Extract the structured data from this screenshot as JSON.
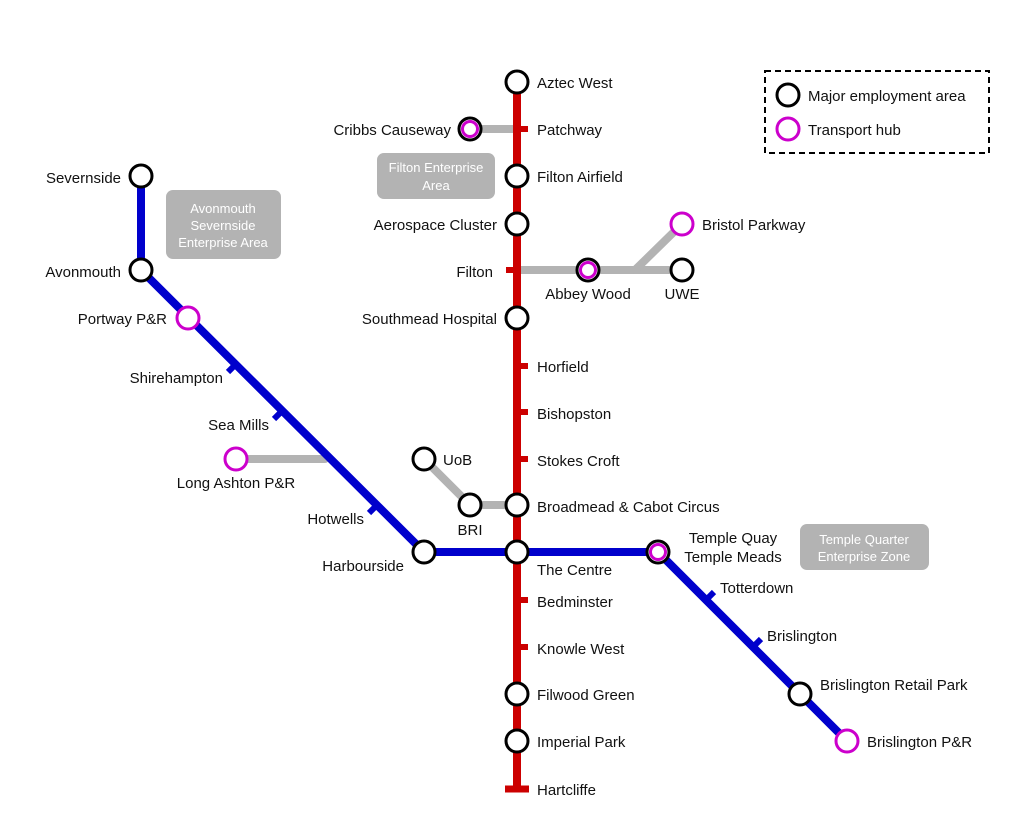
{
  "colors": {
    "red_line": "#cc0000",
    "blue_line": "#0000cc",
    "grey_link": "#b3b3b3",
    "employment_ring": "#000000",
    "hub_ring": "#cc00cc",
    "area_box": "#b3b3b3"
  },
  "legend": {
    "employment": "Major employment area",
    "hub": "Transport hub"
  },
  "areas": {
    "filton": [
      "Filton Enterprise",
      "Area"
    ],
    "avonmouth": [
      "Avonmouth",
      "Severnside",
      "Enterprise Area"
    ],
    "temple": [
      "Temple Quarter",
      "Enterprise Zone"
    ]
  },
  "stations": {
    "aztec_west": "Aztec West",
    "patchway": "Patchway",
    "cribbs_causeway": "Cribbs Causeway",
    "filton_airfield": "Filton Airfield",
    "aerospace_cluster": "Aerospace Cluster",
    "filton": "Filton",
    "abbey_wood": "Abbey Wood",
    "bristol_parkway": "Bristol Parkway",
    "uwe": "UWE",
    "southmead_hospital": "Southmead Hospital",
    "horfield": "Horfield",
    "bishopston": "Bishopston",
    "stokes_croft": "Stokes Croft",
    "uob": "UoB",
    "bri": "BRI",
    "broadmead": "Broadmead & Cabot Circus",
    "the_centre": "The Centre",
    "bedminster": "Bedminster",
    "knowle_west": "Knowle West",
    "filwood_green": "Filwood Green",
    "imperial_park": "Imperial Park",
    "hartcliffe": "Hartcliffe",
    "severnside": "Severnside",
    "avonmouth": "Avonmouth",
    "portway": "Portway P&R",
    "shirehampton": "Shirehampton",
    "sea_mills": "Sea Mills",
    "long_ashton": "Long Ashton P&R",
    "hotwells": "Hotwells",
    "harbourside": "Harbourside",
    "temple_quay": "Temple Quay",
    "temple_meads": "Temple Meads",
    "totterdown": "Totterdown",
    "brislington": "Brislington",
    "brislington_retail_park": "Brislington Retail Park",
    "brislington_pr": "Brislington P&R"
  }
}
